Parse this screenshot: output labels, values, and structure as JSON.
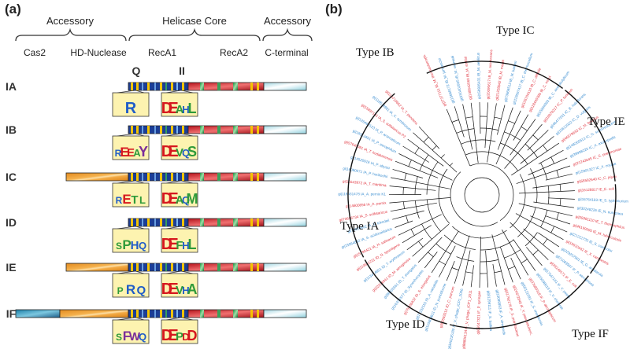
{
  "panel_a": {
    "label": "(a)",
    "headers": {
      "accessory_left": "Accessory",
      "helicase_core": "Helicase Core",
      "accessory_right": "Accessory"
    },
    "domains": {
      "cas2": "Cas2",
      "hd_nuclease": "HD-Nuclease",
      "reca1": "RecA1",
      "reca2": "RecA2",
      "c_terminal": "C-terminal"
    },
    "motifs": {
      "q": "Q",
      "ii": "II"
    },
    "rows": [
      {
        "type": "IA",
        "logo_q": "R",
        "logo_ii": "DEAHL"
      },
      {
        "type": "IB",
        "logo_q": "REEAY",
        "logo_ii": "DEVQS"
      },
      {
        "type": "IC",
        "logo_q": "RETL",
        "logo_ii": "DEAQM"
      },
      {
        "type": "ID",
        "logo_q": "SPHQ",
        "logo_ii": "DEFHL"
      },
      {
        "type": "IE",
        "logo_q": "PRQ",
        "logo_ii": "DEVHA"
      },
      {
        "type": "IF",
        "logo_q": "SFWQ",
        "logo_ii": "DEPDD"
      }
    ]
  },
  "panel_b": {
    "label": "(b)",
    "clades": [
      "Type IB",
      "Type IC",
      "Type IE",
      "Type IF",
      "Type ID",
      "Type IA"
    ],
    "leaf_labels": [
      "gi|27377111 IB_M. thermautotroph.",
      "gi|15668172 IB_M. jannaschii",
      "gi|150402935 IB_M. vannielii",
      "gi|148642060 IB_M. smithii",
      "gi|159905431 IB_M. aeolicus",
      "gi|20090617 IB_M. acetivorans",
      "gi|21228042 IB_M. mazei",
      "gi|73668513 IB_M. barkeri",
      "gi|118597417 IB_C. thermocellum",
      "gi|126700110 IB_C. difficile",
      "gi|118445090 IB_C. novyi",
      "gi|15894993 IB_C. acetobutylicum",
      "gi|18978217 IC_P. furiosus",
      "gi|48477011 IC_B. halodurans",
      "gi|15612922 IC_D. vulgaris",
      "gi|46579633 IC_M. fervidus",
      "gi|148265513 IC_G. sulfurreducens",
      "gi|39998220 IC_X. axonopodis",
      "gi|21243645 IC_S. pneumoniae",
      "gi|15901327 IC_X. oryzae",
      "gi|58582640 IC_C. jejuni",
      "gi|16128817 IE_E. coli",
      "gi|16764183 IE_S. typhimurium",
      "gi|30248226 IE_N. europaea",
      "gi|55981110 IE_T. thermophilus",
      "gi|46199095 IE_M. tuberculosis",
      "gi|21222733 IE_S. coelicolor",
      "gi|15610342 IE_X. campestris",
      "gi|229257901 IE_G. anodaruta",
      "gi|71083597 IF_P. aeruginosa",
      "gi|26246171 IF_E. coli",
      "gi|17547161 IF_Y. pestis",
      "gi|15598019 IF_V. cholerae",
      "gi|37680318 IF_P. atrosepticum",
      "gi|50121091 IF_S. oneidensis",
      "gi|24372846 IF_Y. pseudotuberc.",
      "gi|31792176 IF_S. putrefaciens",
      "gi|23099993 IF_A. vinelandii",
      "gi|81298111 IF_S. baltica",
      "gi|66047321 IF_P. syringae",
      "gi|88800134 IF_V. phage_ICP1_2011",
      "gi|340235180 IF_V. phage_ICP1_2006",
      "gi|83593312 ID_C. parvum",
      "gi|110803611 ID_N. punctiforme",
      "gi|17232115 ID_A. variabilis",
      "gi|75908432 ID_S. elongatus",
      "gi|16331577 ID_Synechocystis",
      "gi|86605561 ID_T. elongatus",
      "gi|22298941 ID_M. aeruginosa",
      "gi|113474851 ID_T. erythraeum",
      "gi|119511211 ID_N. spumigena",
      "gi|15790421 IA_H. salinarum",
      "gi|15964882 IA_S. acidocaldarius",
      "gi|15920802 IA_S. tokodaii",
      "gi|70606734 IA_S. solfataricus",
      "gi|14600856 IA_A. pernix",
      "gi|118431478 IA_A. pernix K1",
      "gi|15643972 IA_T. maritima",
      "gi|16080071 IA_P. horikoshii",
      "gi|14520916 IA_P. abyssi",
      "gi|57640081 IA_T. kodakarensis",
      "gi|18313451 IA_P. aerophilum",
      "gi|126460123 IA_P. arsenaticum",
      "gi|15897141 IA_S. solfataricus P2",
      "gi|118578981 IA_C. symbiosum",
      "gi|119719652 IA_T. pendens"
    ]
  }
}
